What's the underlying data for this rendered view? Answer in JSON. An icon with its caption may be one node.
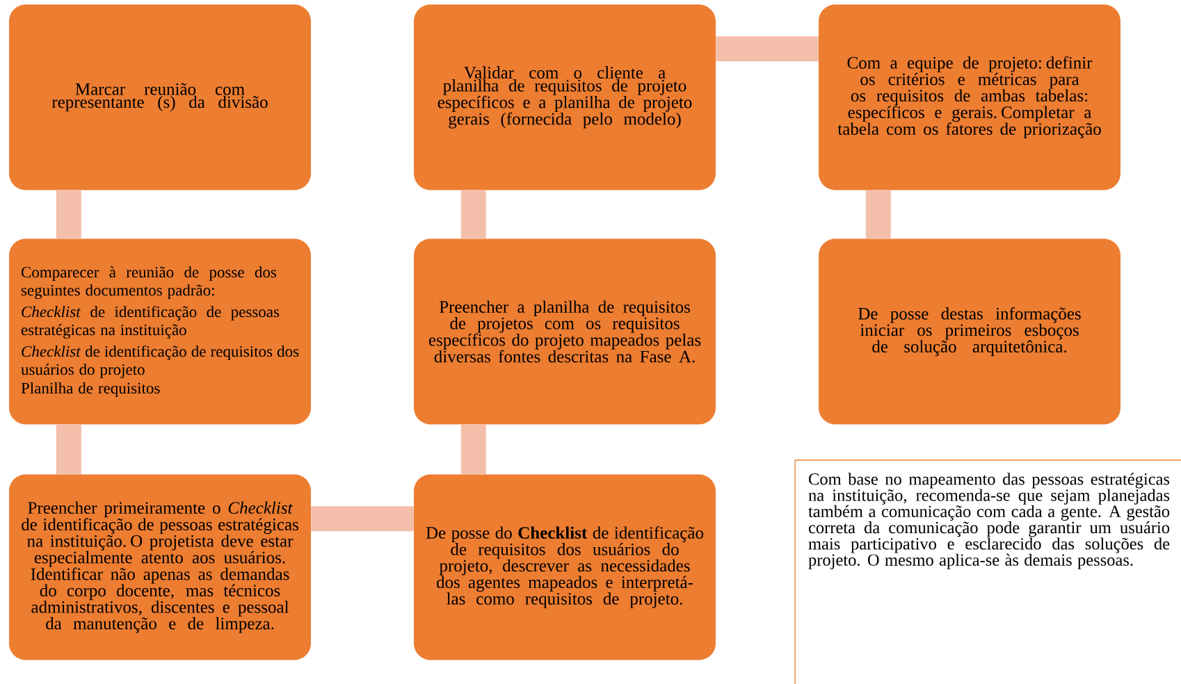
{
  "diagram": {
    "nodes": [
      {
        "text": [
          "Marcar reunião com representante (s) da divisão"
        ]
      },
      {
        "text": [
          "Comparecer à reunião de posse dos seguintes documentos padrão:",
          "*Checklist* de identificação de pessoas estratégicas na instituição",
          "*Checklist* de identificação de requisitos dos usuários do projeto",
          "Planilha de requisitos"
        ]
      },
      {
        "text": [
          "Preencher primeiramente o *Checklist* de identificação de pessoas estratégicas na instituição. O projetista deve estar especialmente atento aos usuários. Identificar não apenas as demandas do corpo docente, mas técnicos administrativos, discentes e pessoal da manutenção e de limpeza."
        ]
      },
      {
        "text": [
          "De posse do **Checklist** de identificação de requisitos dos usuários do projeto, descrever as necessidades dos agentes mapeados e interpretá-las como requisitos de projeto."
        ]
      },
      {
        "text": [
          "Preencher a planilha de requisitos de projetos com os requisitos específicos do projeto mapeados pelas diversas fontes descritas na Fase A."
        ]
      },
      {
        "text": [
          "Validar com o cliente a planilha de requisitos de projeto específicos e a planilha de projeto gerais (fornecida pelo modelo)"
        ]
      },
      {
        "text": [
          "Com a equipe de projeto: definir os critérios e métricas para os requisitos de ambas tabelas: específicos e gerais. Completar a tabela com os fatores de priorização"
        ]
      },
      {
        "text": [
          "De posse destas informações iniciar os primeiros esboços de solução arquitetônica."
        ]
      },
      {
        "text": [
          "Com base no mapeamento das pessoas estratégicas na instituição, recomenda-se que sejam planejadas também a comunicação com cada a gente. A gestão correta da comunicação pode garantir um usuário mais participativo e esclarecido das soluções de projeto. O mesmo aplica-se às demais pessoas."
        ]
      }
    ],
    "edges": [
      {
        "from": 0,
        "to": 1,
        "arrow": "none"
      },
      {
        "from": 1,
        "to": 2,
        "arrow": "none"
      },
      {
        "from": 2,
        "to": 3,
        "arrow": "none"
      },
      {
        "from": 3,
        "to": 4,
        "arrow": "none"
      },
      {
        "from": 4,
        "to": 5,
        "arrow": "none"
      },
      {
        "from": 5,
        "to": 6,
        "arrow": "none"
      },
      {
        "from": 6,
        "to": 7,
        "arrow": "none"
      }
    ]
  }
}
